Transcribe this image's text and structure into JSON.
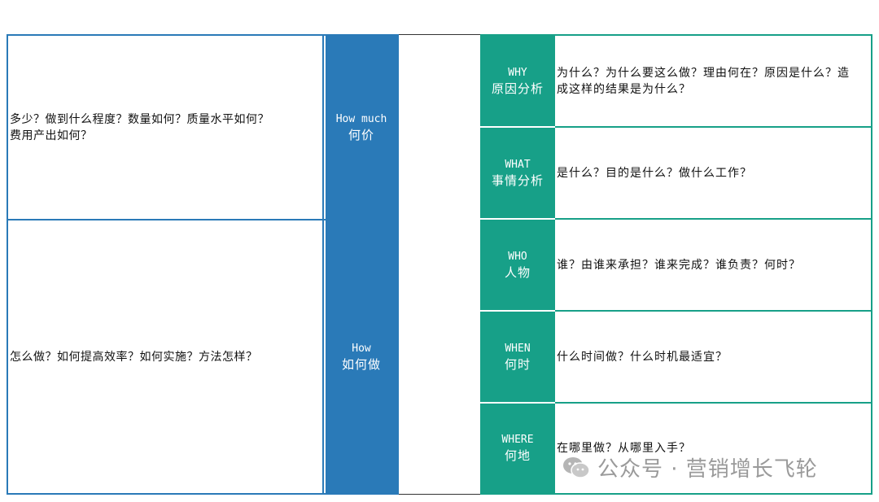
{
  "left": {
    "rows": [
      {
        "text": "多少？做到什么程度？数量如何？质量水平如何？\n费用产出如何？",
        "en": "How much",
        "cn": "何价"
      },
      {
        "text": "怎么做？如何提高效率？如何实施？方法怎样？",
        "en": "How",
        "cn": "如何做"
      }
    ]
  },
  "right": {
    "rows": [
      {
        "en": "WHY",
        "cn": "原因分析",
        "text": "为什么？为什么要这么做？理由何在？原因是什么？造成这样的结果是为什么？"
      },
      {
        "en": "WHAT",
        "cn": "事情分析",
        "text": "是什么？目的是什么？做什么工作？"
      },
      {
        "en": "WHO",
        "cn": "人物",
        "text": "谁？由谁来承担？谁来完成？谁负责？何时？"
      },
      {
        "en": "WHEN",
        "cn": "何时",
        "text": "什么时间做？什么时机最适宜？"
      },
      {
        "en": "WHERE",
        "cn": "何地",
        "text": "在哪里做？从哪里入手？"
      }
    ]
  },
  "watermark": {
    "text": "公众号 · 营销增长飞轮",
    "icon": "wechat-icon"
  },
  "colors": {
    "blue": "#2a7ab8",
    "green": "#17a088"
  }
}
